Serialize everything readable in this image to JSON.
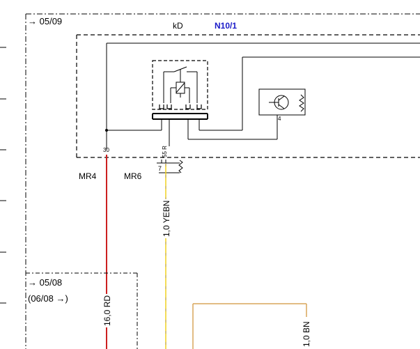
{
  "diagram": {
    "outer_frame": {
      "date_marker": "05/09",
      "arrow_glyph": "→"
    },
    "module": {
      "label_prefix": "kD",
      "label_id": "N10/1"
    },
    "pins": {
      "pin_30": "30",
      "pin_55r": "55 R",
      "pin_7": "7",
      "pin_4": "4"
    },
    "connectors": {
      "mr4": "MR4",
      "mr6": "MR6"
    },
    "wires": {
      "red": "16,0 RD",
      "yellow": "1,0 YEBN",
      "brown": "1,0 BN"
    },
    "lower_frame": {
      "date_marker": "05/08",
      "date_range": "(06/08",
      "arrow_glyph": "→",
      "close_paren": ")"
    },
    "colors": {
      "red_wire": "#cc2020",
      "yellow_wire": "#f0d21e",
      "brown_wire": "#d9a55a",
      "module_label": "#1a1ac8",
      "line": "#000000"
    }
  }
}
